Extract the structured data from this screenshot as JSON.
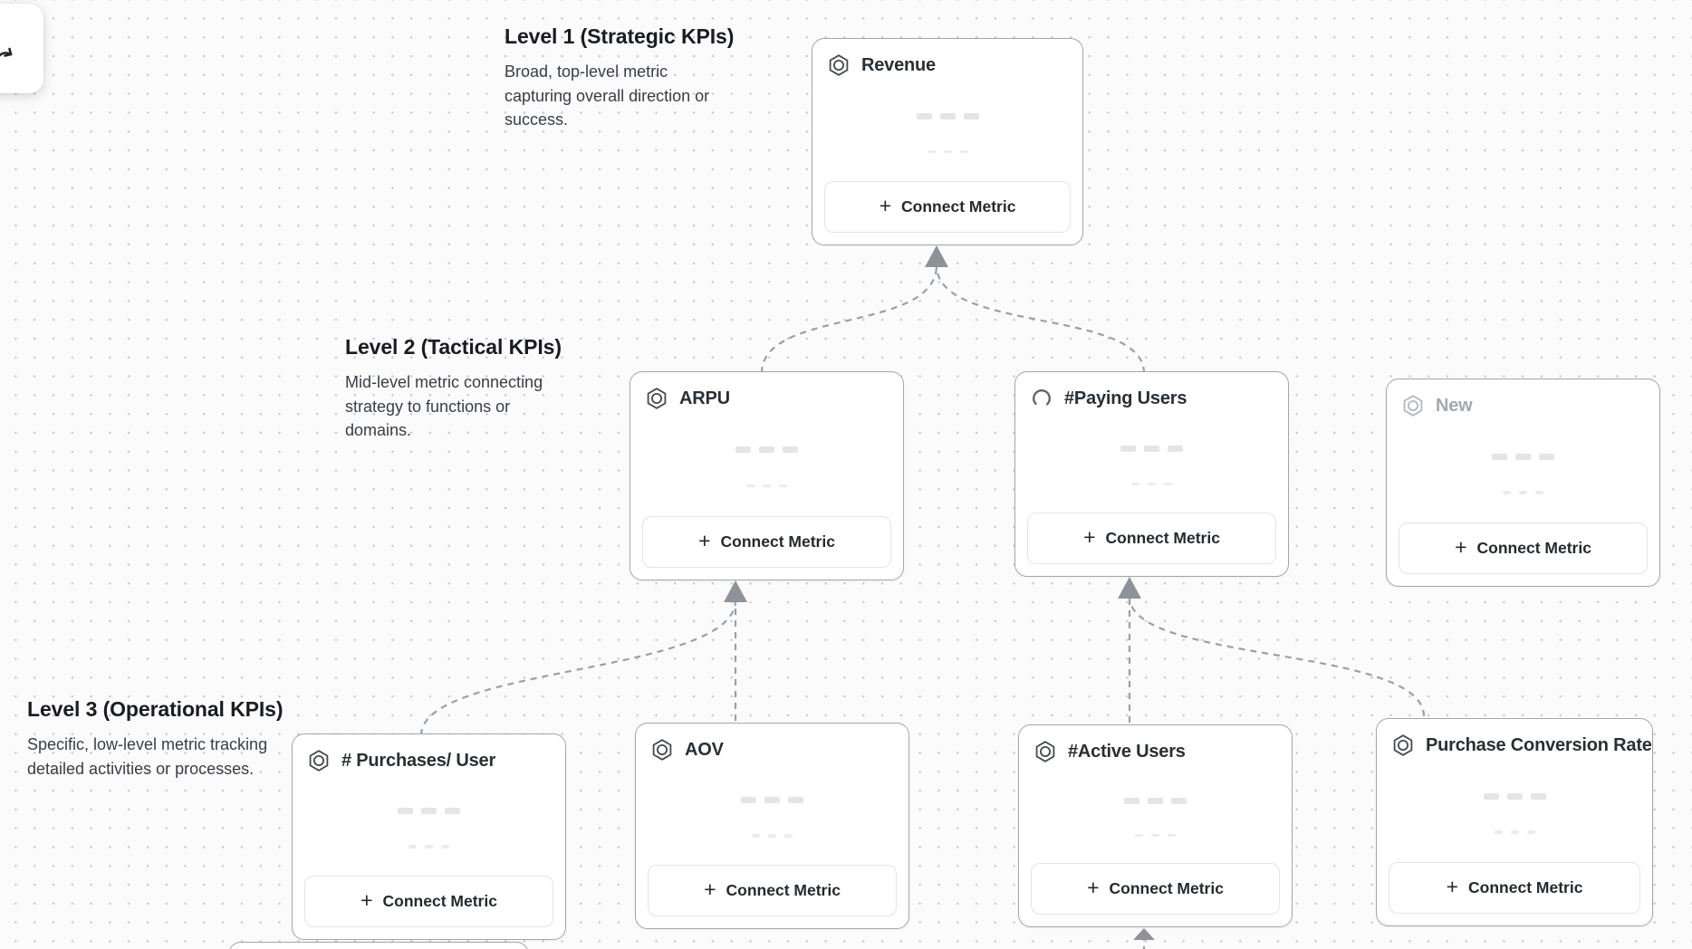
{
  "ui": {
    "connect_metric_label": "Connect Metric",
    "plus_icon": "+"
  },
  "toolbar": {
    "tool_button_icon": "curved-arrow-icon"
  },
  "levels": [
    {
      "title": "Level 1 (Strategic KPIs)",
      "description": "Broad, top-level metric capturing overall direction or success."
    },
    {
      "title": "Level 2 (Tactical KPIs)",
      "description": "Mid-level metric connecting strategy to functions or domains."
    },
    {
      "title": "Level 3 (Operational KPIs)",
      "description": "Specific, low-level metric tracking detailed activities or processes."
    }
  ],
  "cards": [
    {
      "id": "revenue",
      "level": 1,
      "title": "Revenue",
      "icon": "metric-hexagon-icon",
      "state": "default"
    },
    {
      "id": "arpu",
      "level": 2,
      "title": "ARPU",
      "icon": "metric-hexagon-icon",
      "state": "default"
    },
    {
      "id": "paying-users",
      "level": 2,
      "title": "#Paying Users",
      "icon": "loading-spinner-icon",
      "state": "loading"
    },
    {
      "id": "new",
      "level": 2,
      "title": "New",
      "icon": "metric-hexagon-icon",
      "state": "draft"
    },
    {
      "id": "purchases-per-user",
      "level": 3,
      "title": "# Purchases/ User",
      "icon": "metric-hexagon-icon",
      "state": "default"
    },
    {
      "id": "aov",
      "level": 3,
      "title": "AOV",
      "icon": "metric-hexagon-icon",
      "state": "default"
    },
    {
      "id": "active-users",
      "level": 3,
      "title": "#Active Users",
      "icon": "metric-hexagon-icon",
      "state": "default"
    },
    {
      "id": "purchase-conversion-rate",
      "level": 3,
      "title": "Purchase Conversion Rate",
      "icon": "metric-hexagon-icon",
      "state": "default"
    }
  ],
  "colors": {
    "canvas_background": "#fbfbfb",
    "grid_dot": "#c7c7c7",
    "card_border": "#a3a7ac",
    "card_title": "#2b2f34",
    "muted_title": "#a4a8ad",
    "connector": "#9aa0a6",
    "arrowhead": "#8f9398",
    "button_border": "#e4e4e7",
    "button_text": "#26292e"
  }
}
